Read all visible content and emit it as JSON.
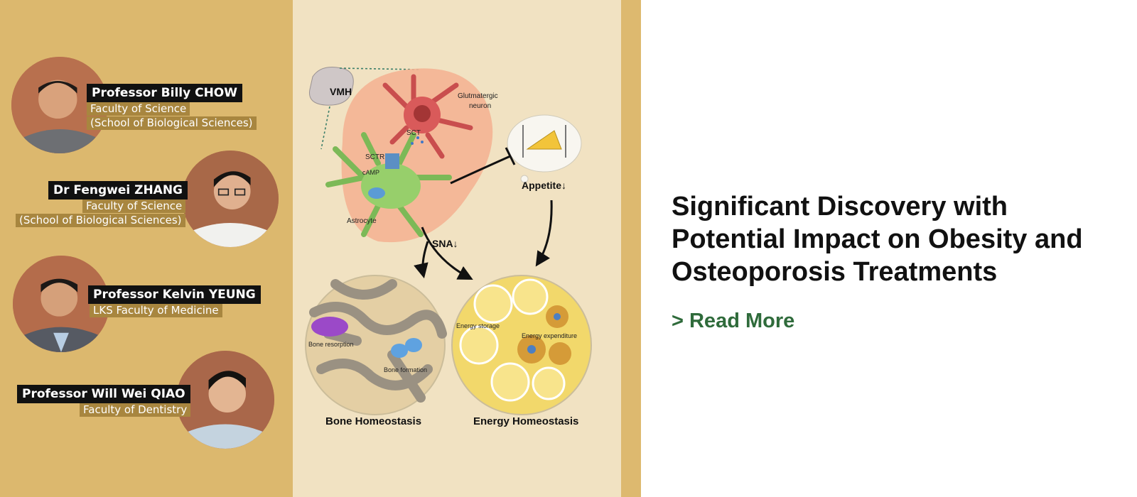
{
  "people": [
    {
      "name": "Professor Billy CHOW",
      "affiliation": [
        "Faculty of Science",
        "(School of Biological Sciences)"
      ]
    },
    {
      "name": "Dr Fengwei ZHANG",
      "affiliation": [
        "Faculty of Science",
        "(School of Biological Sciences)"
      ]
    },
    {
      "name": "Professor Kelvin YEUNG",
      "affiliation": [
        "LKS Faculty of Medicine"
      ]
    },
    {
      "name": "Professor Will Wei QIAO",
      "affiliation": [
        "Faculty of Dentistry"
      ]
    }
  ],
  "diagram": {
    "vmh": "VMH",
    "glutamatergic": [
      "Glutmatergic",
      "neuron"
    ],
    "sct": "SCT",
    "sctr": "SCTR",
    "camp": "cAMP",
    "astrocyte": "Astrocyte",
    "appetite": "Appetite↓",
    "sna": "SNA↓",
    "bone_resorption": "Bone resorption",
    "bone_formation": "Bone formation",
    "energy_storage": "Energy storage",
    "energy_expenditure": "Energy expenditure",
    "bone_homeostasis": "Bone Homeostasis",
    "energy_homeostasis": "Energy Homeostasis"
  },
  "article": {
    "headline": "Significant Discovery with Potential Impact on Obesity and Osteoporosis Treatments",
    "read_more": "> Read More"
  },
  "colors": {
    "banner_gold": "#d9b56c",
    "diagram_bg": "#f1e2c2",
    "link_green": "#2f6b3b"
  }
}
